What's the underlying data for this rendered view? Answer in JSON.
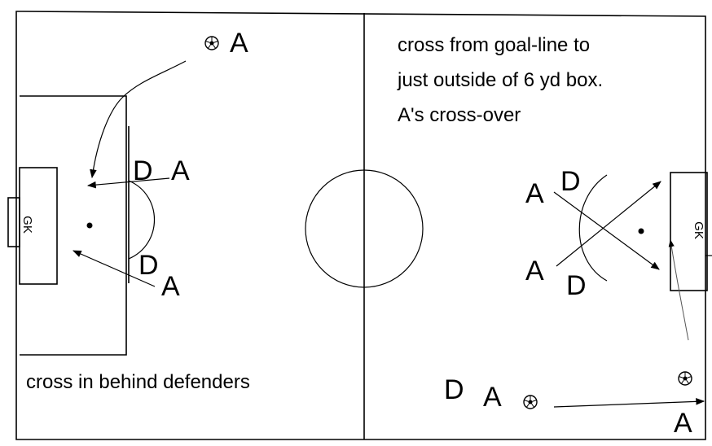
{
  "diagram": {
    "left_half": {
      "keeper_label": "GK",
      "caption": "cross in behind defenders",
      "players": {
        "attacker_top": "A",
        "defender_upper": "D",
        "attacker_upper": "A",
        "defender_lower": "D",
        "attacker_lower": "A"
      }
    },
    "right_half": {
      "keeper_label": "GK",
      "caption_lines": [
        "cross from goal-line to",
        "just outside of 6 yd box.",
        "A's cross-over"
      ],
      "players": {
        "attacker_upper": "A",
        "defender_upper": "D",
        "attacker_lower": "A",
        "defender_lower": "D",
        "defender_bottom": "D",
        "attacker_bottom": "A",
        "attacker_corner": "A"
      }
    },
    "ball_icon": "soccer-ball-icon"
  }
}
